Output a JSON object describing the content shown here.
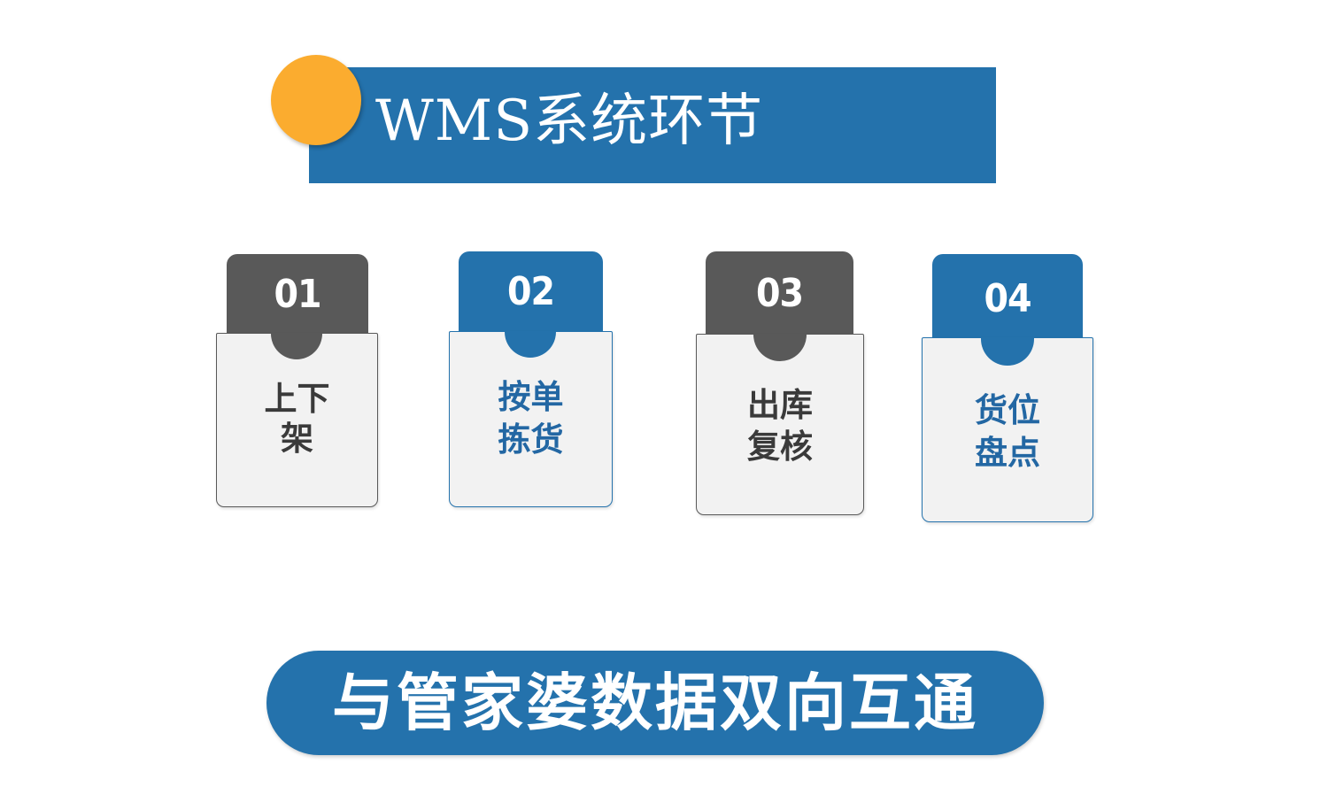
{
  "header": {
    "title": "WMS系统环节"
  },
  "steps": [
    {
      "number": "01",
      "label_line1": "上下",
      "label_line2": "架",
      "theme": "gray"
    },
    {
      "number": "02",
      "label_line1": "按单",
      "label_line2": "拣货",
      "theme": "blue"
    },
    {
      "number": "03",
      "label_line1": "出库",
      "label_line2": "复核",
      "theme": "gray"
    },
    {
      "number": "04",
      "label_line1": "货位",
      "label_line2": "盘点",
      "theme": "blue"
    }
  ],
  "footer": {
    "text": "与管家婆数据双向互通"
  },
  "colors": {
    "primary_blue": "#2472ac",
    "accent_orange": "#fbac2f",
    "dark_gray": "#595959",
    "card_fill": "#f2f2f2"
  }
}
